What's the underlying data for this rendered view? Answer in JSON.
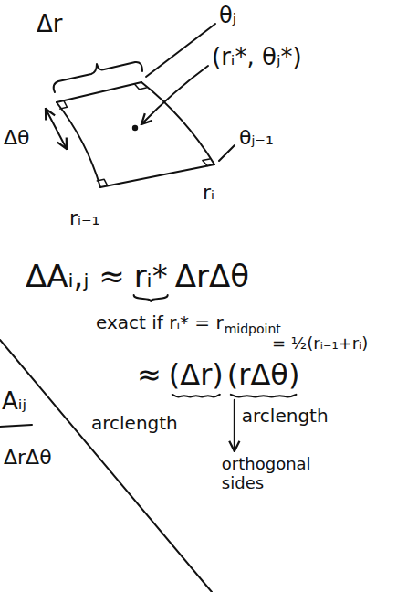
{
  "diagram": {
    "labels": [
      "Δr",
      "θⱼ",
      "(rᵢ*, θⱼ*)",
      "Δθ",
      "θⱼ₋₁",
      "rᵢ₋₁",
      "rᵢ",
      "ΔAᵢ,ⱼ ≈",
      "rᵢ*",
      "ΔrΔθ",
      "exact if rᵢ* = r",
      "midpoint",
      "= ½(rᵢ₋₁+rᵢ)",
      "≈",
      "(Δr)",
      "(rΔθ)",
      "Aᵢⱼ",
      "ΔrΔθ",
      "arclength",
      "arclength",
      "orthogonal sides"
    ]
  }
}
